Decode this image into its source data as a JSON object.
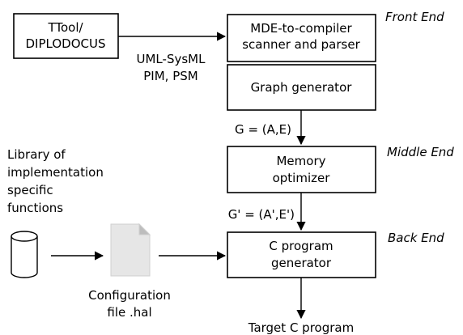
{
  "nodes": {
    "ttool": {
      "lines": [
        "TTool/",
        "DIPLODOCUS"
      ]
    },
    "scanner": {
      "lines": [
        "MDE-to-compiler",
        "scanner and parser"
      ]
    },
    "graph_gen": {
      "lines": [
        "Graph generator"
      ]
    },
    "mem_opt": {
      "lines": [
        "Memory",
        "optimizer"
      ]
    },
    "c_gen": {
      "lines": [
        "C program",
        "generator"
      ]
    }
  },
  "labels": {
    "uml": [
      "UML-SysML",
      "PIM, PSM"
    ],
    "g": "G = (A,E)",
    "g_prime": "G' = (A',E')",
    "library": [
      "Library of",
      "implementation",
      "specific",
      "functions"
    ],
    "config": [
      "Configuration",
      "file .hal"
    ],
    "target": "Target C program"
  },
  "stages": {
    "front": "Front End",
    "middle": "Middle End",
    "back": "Back End"
  },
  "icons": {
    "database": "database-icon",
    "file": "document-file-icon"
  },
  "colors": {
    "stroke": "#000000",
    "file_fill": "#e6e6e6",
    "file_fold": "#bdbdbd"
  }
}
